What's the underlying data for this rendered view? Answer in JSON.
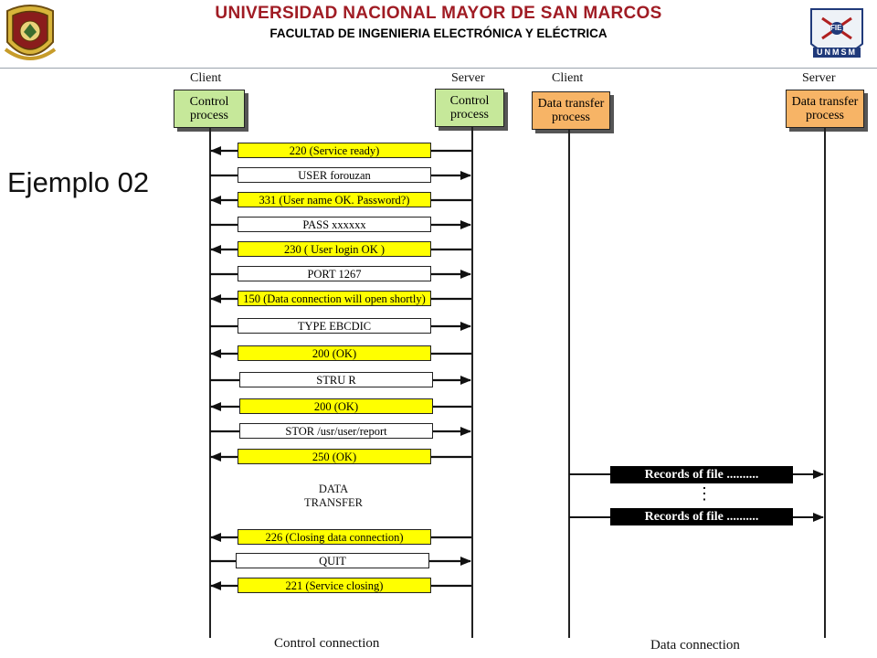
{
  "header": {
    "university": "UNIVERSIDAD NACIONAL MAYOR DE SAN MARCOS",
    "faculty": "FACULTAD DE INGENIERIA ELECTRÓNICA Y ELÉCTRICA",
    "logo_right_text": "UNMSM",
    "logo_right_badge": "FIE"
  },
  "title": "Ejemplo 02",
  "columns": {
    "client_control": {
      "caption": "Client",
      "box_line1": "Control",
      "box_line2": "process"
    },
    "server_control": {
      "caption": "Server",
      "box_line1": "Control",
      "box_line2": "process"
    },
    "client_data": {
      "caption": "Client",
      "box_line1": "Data transfer",
      "box_line2": "process"
    },
    "server_data": {
      "caption": "Server",
      "box_line1": "Data transfer",
      "box_line2": "process"
    }
  },
  "messages": [
    {
      "label": "220  (Service ready)",
      "dir": "to-client",
      "color": "yellow"
    },
    {
      "label": "USER    forouzan",
      "dir": "to-server",
      "color": "white"
    },
    {
      "label": "331 (User name OK. Password?)",
      "dir": "to-client",
      "color": "yellow"
    },
    {
      "label": "PASS  xxxxxx",
      "dir": "to-server",
      "color": "white"
    },
    {
      "label": "230 ( User login OK )",
      "dir": "to-client",
      "color": "yellow"
    },
    {
      "label": "PORT 1267",
      "dir": "to-server",
      "color": "white"
    },
    {
      "label": "150 (Data connection will open shortly)",
      "dir": "to-client",
      "color": "yellow"
    },
    {
      "label": "TYPE  EBCDIC",
      "dir": "to-server",
      "color": "white"
    },
    {
      "label": "200 (OK)",
      "dir": "to-client",
      "color": "yellow"
    },
    {
      "label": "STRU  R",
      "dir": "to-server",
      "color": "white"
    },
    {
      "label": "200 (OK)",
      "dir": "to-client",
      "color": "yellow"
    },
    {
      "label": "STOR  /usr/user/report",
      "dir": "to-server",
      "color": "white"
    },
    {
      "label": "250 (OK)",
      "dir": "to-client",
      "color": "yellow"
    },
    {
      "label": "226 (Closing data  connection)",
      "dir": "to-client",
      "color": "yellow"
    },
    {
      "label": "QUIT",
      "dir": "to-server",
      "color": "white"
    },
    {
      "label": "221 (Service closing)",
      "dir": "to-client",
      "color": "yellow"
    }
  ],
  "data_transfer": {
    "line1": "DATA",
    "line2": "TRANSFER"
  },
  "records": [
    "Records of file ..........",
    "Records of file .........."
  ],
  "ellipsis": "⋮",
  "captions": {
    "control": "Control connection",
    "data": "Data connection"
  }
}
